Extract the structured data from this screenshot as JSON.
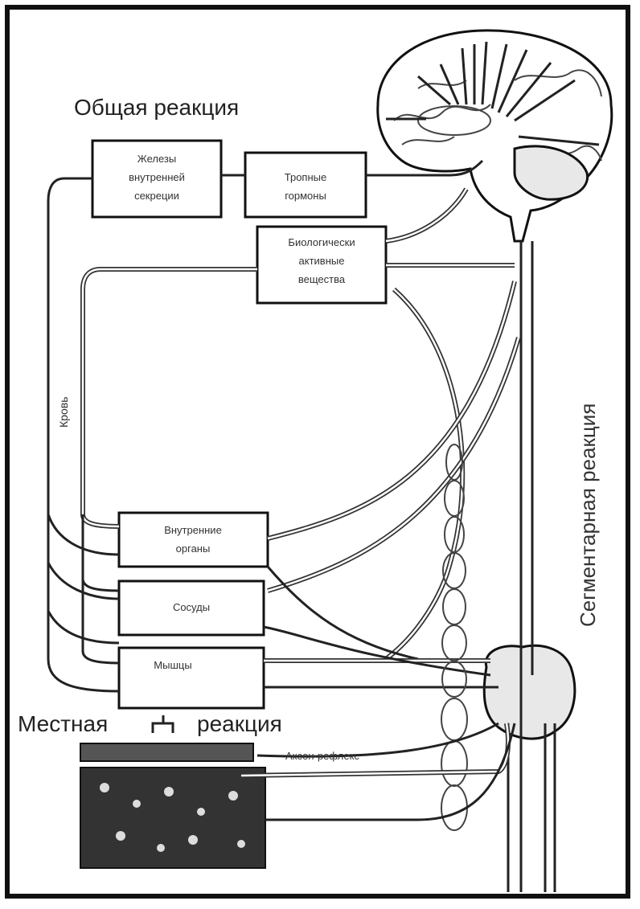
{
  "labels": {
    "general_reaction": "Общая реакция",
    "segmental_reaction": "Сегментарная реакция",
    "local_reaction_left": "Местная",
    "local_reaction_right": "реакция",
    "blood": "Кровь",
    "axon_reflex": "Аксон-рефлекс"
  },
  "boxes": {
    "endocrine": [
      "Железы",
      "внутренней",
      "секреции"
    ],
    "tropic": [
      "Тропные",
      "гормоны"
    ],
    "bioactive": [
      "Биологически",
      "активные",
      "вещества"
    ],
    "internal_organs": [
      "Внутренние",
      "органы"
    ],
    "vessels": [
      "Сосуды"
    ],
    "muscles": [
      "Мышцы"
    ]
  }
}
